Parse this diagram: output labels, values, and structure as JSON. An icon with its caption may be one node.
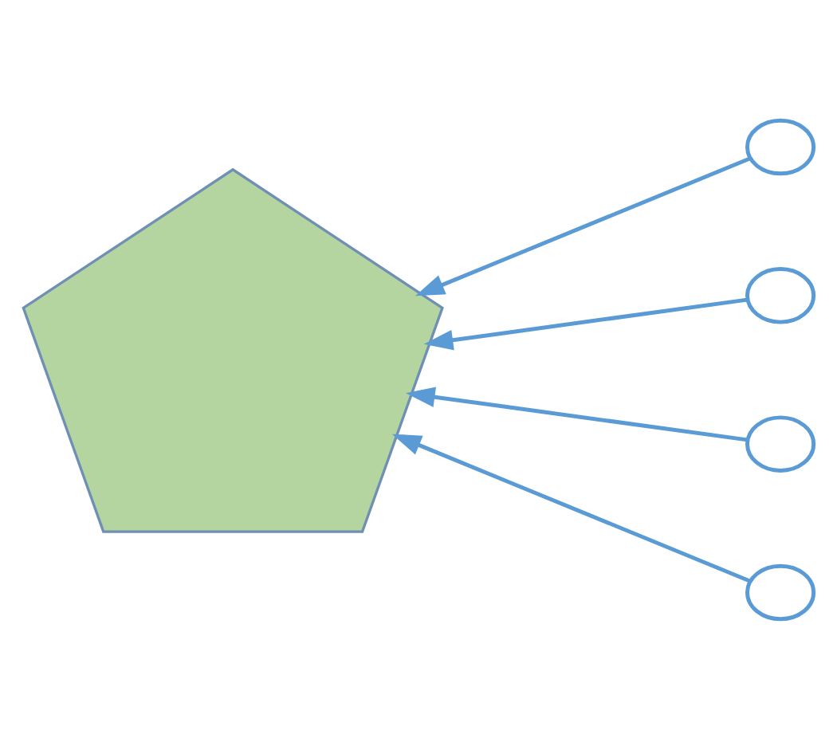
{
  "diagram": {
    "nodes": [
      {
        "text": [],
        "shape": "pentagon"
      },
      {
        "text": [],
        "shape": "circle"
      },
      {
        "text": [],
        "shape": "circle"
      },
      {
        "text": [],
        "shape": "circle"
      },
      {
        "text": [],
        "shape": "circle"
      }
    ],
    "edges": [
      {
        "from": 1,
        "to": 0,
        "arrow": "to"
      },
      {
        "from": 2,
        "to": 0,
        "arrow": "to"
      },
      {
        "from": 3,
        "to": 0,
        "arrow": "to"
      },
      {
        "from": 4,
        "to": 0,
        "arrow": "to"
      }
    ]
  }
}
